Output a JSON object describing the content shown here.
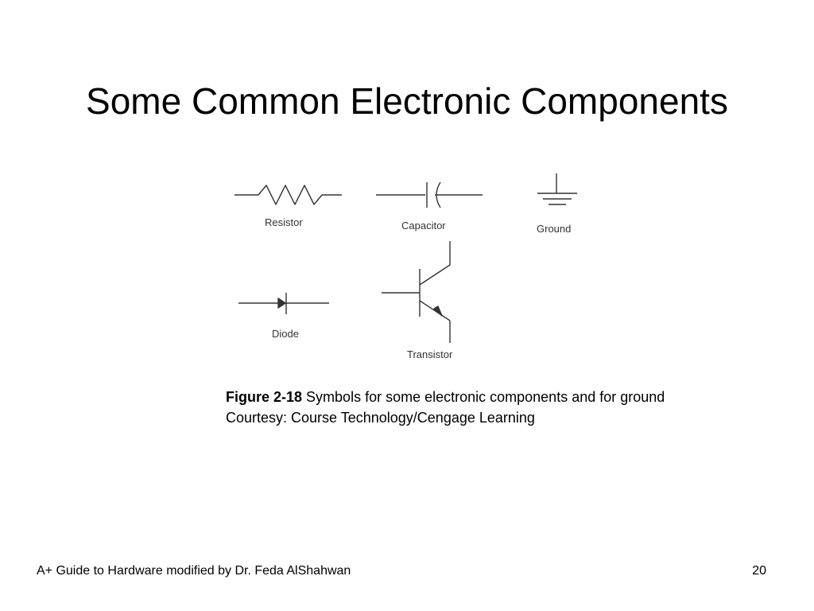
{
  "slide": {
    "title": "Some Common Electronic Components"
  },
  "figure": {
    "labels": {
      "resistor": "Resistor",
      "capacitor": "Capacitor",
      "ground": "Ground",
      "diode": "Diode",
      "transistor": "Transistor"
    },
    "icons": [
      "resistor-symbol-icon",
      "capacitor-symbol-icon",
      "ground-symbol-icon",
      "diode-symbol-icon",
      "transistor-symbol-icon"
    ],
    "line_color": "#333333"
  },
  "caption": {
    "figure_number": "Figure 2-18",
    "text": "Symbols for some electronic components and for ground",
    "courtesy": "Courtesy: Course Technology/Cengage Learning"
  },
  "footer": {
    "left": "A+ Guide to Hardware modified by Dr. Feda AlShahwan",
    "page_number": "20"
  }
}
